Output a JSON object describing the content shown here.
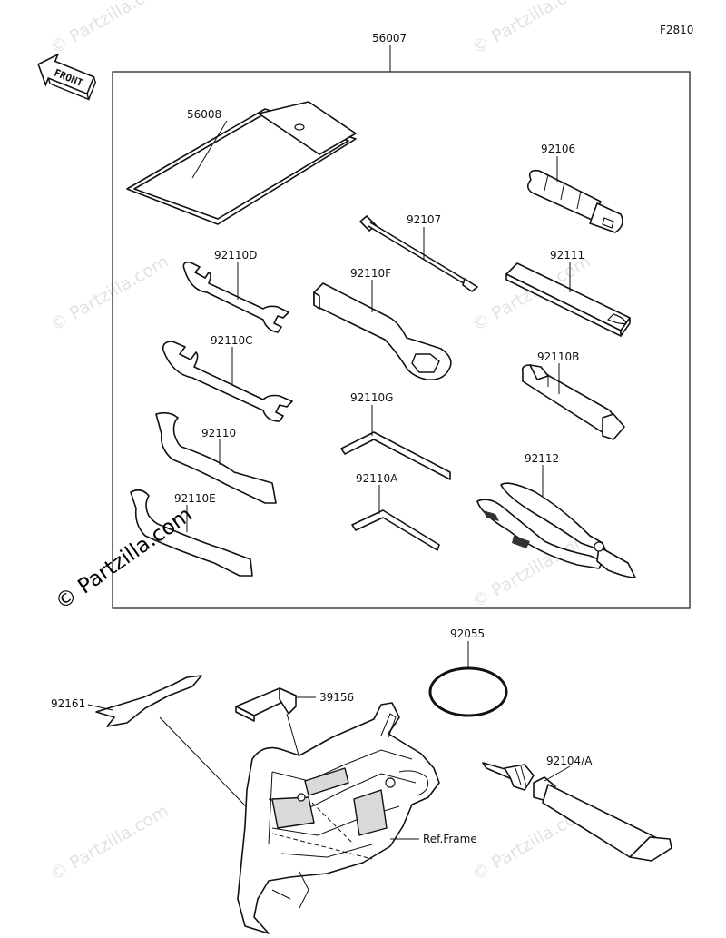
{
  "figure_code": "F2810",
  "front_label": "FRONT",
  "watermark": "© Partzilla.com",
  "watermark_main": "© Partzilla.com",
  "parts": {
    "p56007": "56007",
    "p56008": "56008",
    "p92106": "92106",
    "p92107": "92107",
    "p92110D": "92110D",
    "p92110F": "92110F",
    "p92111": "92111",
    "p92110C": "92110C",
    "p92110B": "92110B",
    "p92110G": "92110G",
    "p92110": "92110",
    "p92112": "92112",
    "p92110A": "92110A",
    "p92110E": "92110E",
    "p92055": "92055",
    "p92161": "92161",
    "p39156": "39156",
    "p92104A": "92104/A",
    "ref_frame": "Ref.Frame"
  }
}
